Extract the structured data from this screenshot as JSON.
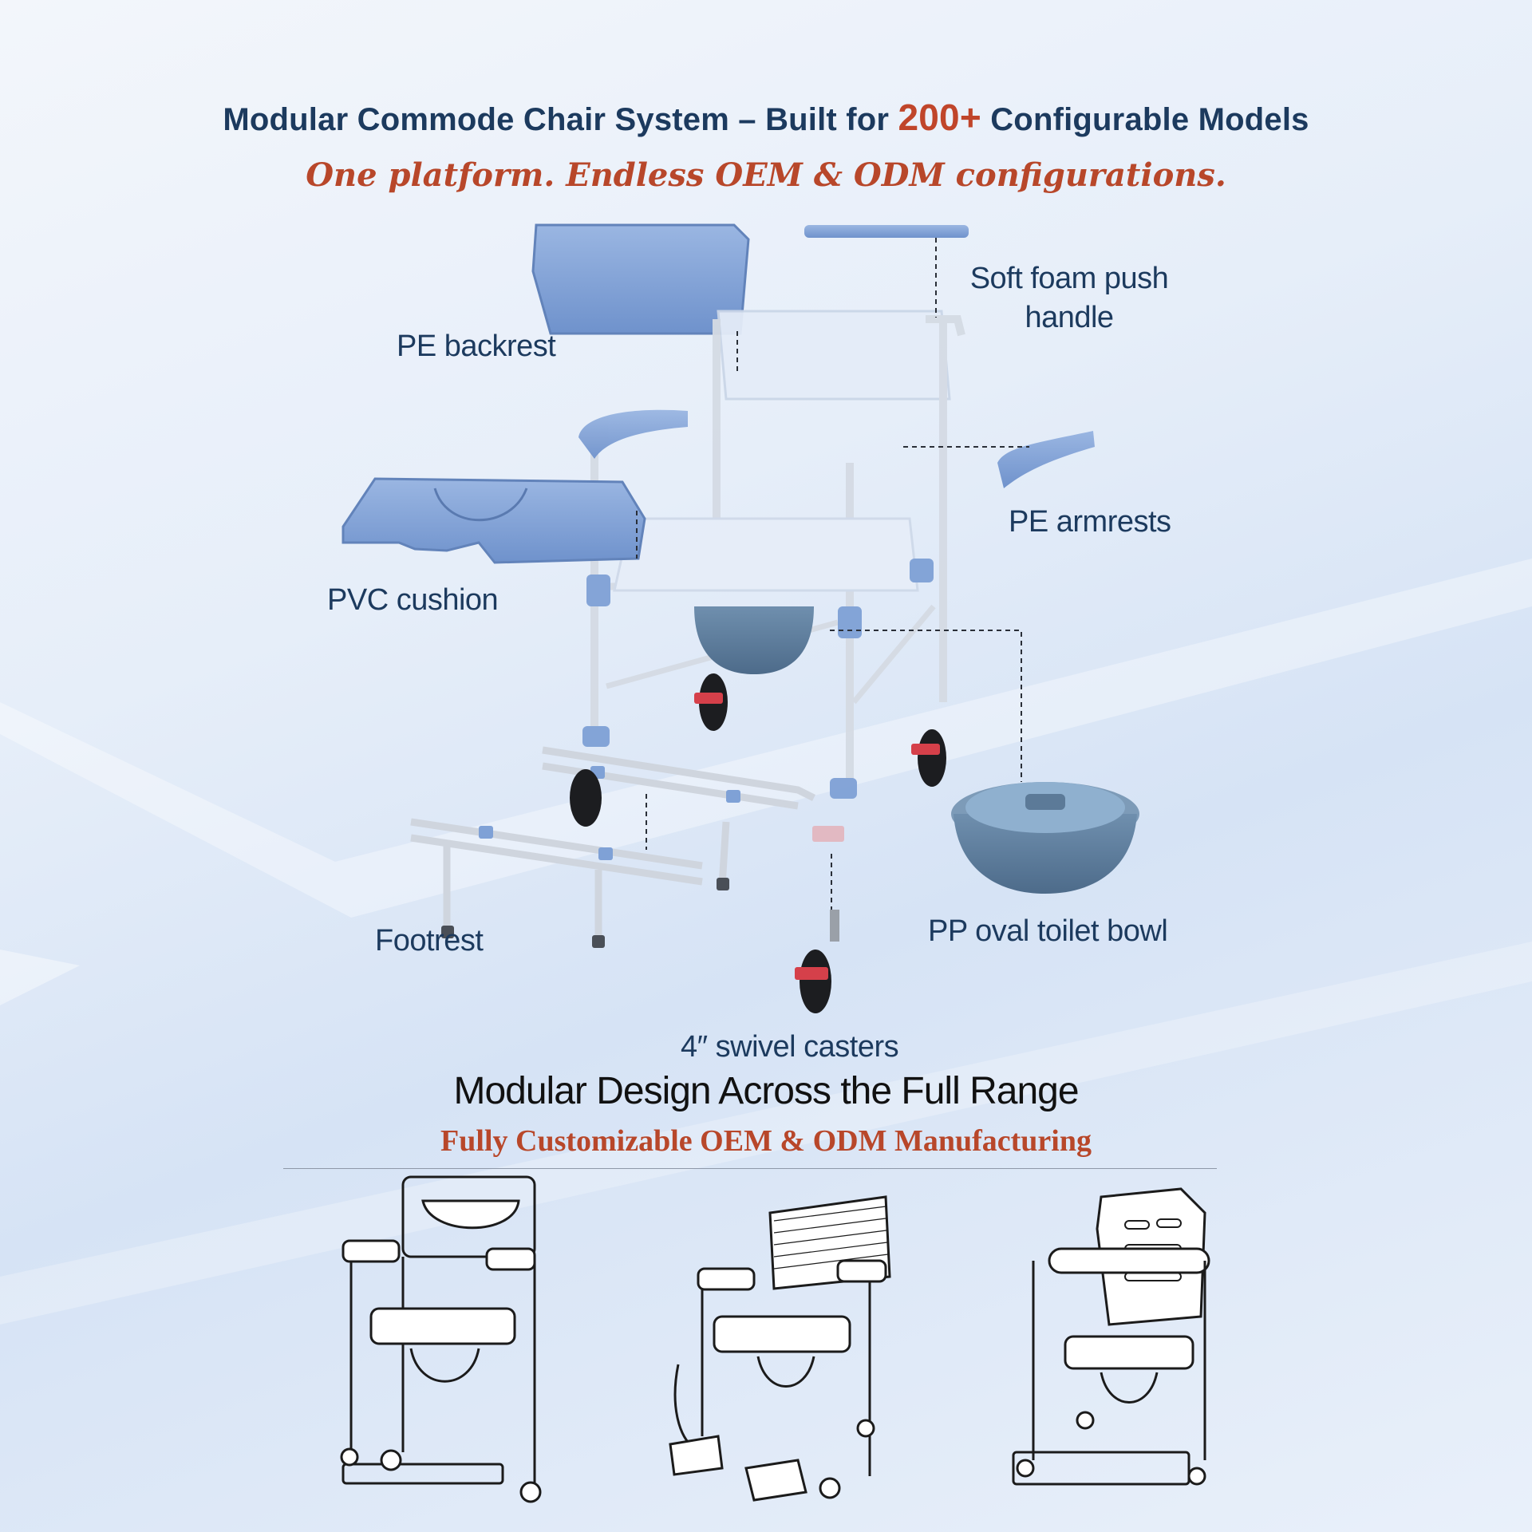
{
  "header": {
    "title_prefix": "Modular Commode Chair System – Built for ",
    "title_accent": "200+",
    "title_suffix": " Configurable Models",
    "subtitle": "One platform. Endless OEM & ODM configurations."
  },
  "labels": {
    "backrest": "PE backrest",
    "push_handle_line1": "Soft foam push",
    "push_handle_line2": "handle",
    "armrests": "PE armrests",
    "cushion": "PVC cushion",
    "footrest": "Footrest",
    "toilet_bowl": "PP oval toilet bowl",
    "casters": "4″   swivel casters"
  },
  "section": {
    "title": "Modular Design Across the Full Range",
    "subtitle": "Fully Customizable OEM & ODM Manufacturing"
  },
  "colors": {
    "navy": "#1c3a5e",
    "accent": "#c0452a",
    "part_blue": "#7fa1d6",
    "frame_silver": "#d9dde3"
  }
}
